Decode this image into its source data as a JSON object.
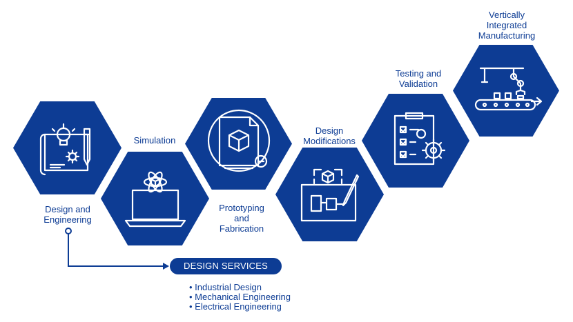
{
  "colors": {
    "primary": "#0d3c94",
    "icon_stroke": "#ffffff",
    "background": "#ffffff"
  },
  "steps": [
    {
      "id": "design-engineering",
      "lines": [
        "Design and",
        "Engineering"
      ],
      "icon": "blueprint-gear-bulb-icon"
    },
    {
      "id": "simulation",
      "lines": [
        "Simulation"
      ],
      "icon": "laptop-atom-cube-icon"
    },
    {
      "id": "prototyping",
      "lines": [
        "Prototyping",
        "and",
        "Fabrication"
      ],
      "icon": "3d-print-cube-icon"
    },
    {
      "id": "design-modifications",
      "lines": [
        "Design",
        "Modifications"
      ],
      "icon": "tablet-stylus-cube-icon"
    },
    {
      "id": "testing-validation",
      "lines": [
        "Testing and",
        "Validation"
      ],
      "icon": "checklist-gear-icon"
    },
    {
      "id": "manufacturing",
      "lines": [
        "Vertically",
        "Integrated",
        "Manufacturing"
      ],
      "icon": "robot-arm-conveyor-icon"
    }
  ],
  "design_services": {
    "title": "DESIGN SERVICES",
    "items": [
      "Industrial Design",
      "Mechanical Engineering",
      "Electrical Engineering"
    ]
  }
}
